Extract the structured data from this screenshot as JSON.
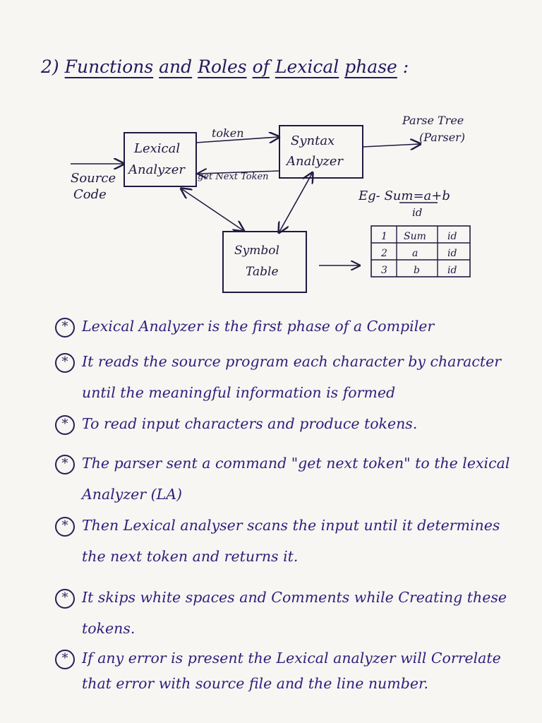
{
  "header": {
    "number": "2)",
    "title_words": [
      "Functions",
      "and",
      "Roles",
      "of",
      "Lexical",
      "phase"
    ],
    "title_suffix": ":"
  },
  "diagram": {
    "lexical_box": [
      "Lexical",
      "Analyzer"
    ],
    "syntax_box": [
      "Syntax",
      "Analyzer"
    ],
    "symbol_box": [
      "Symbol",
      "Table"
    ],
    "source_code": [
      "Source",
      "Code"
    ],
    "token_label": "token",
    "get_next_label": "get Next Token",
    "parse_tree": [
      "Parse Tree",
      "(Parser)"
    ],
    "example_label": "Eg- Sum=a+b",
    "example_id": "id",
    "example_table": [
      [
        "1",
        "Sum",
        "id"
      ],
      [
        "2",
        "a",
        "id"
      ],
      [
        "3",
        "b",
        "id"
      ]
    ]
  },
  "bullets": [
    {
      "mark": "*",
      "text": "Lexical Analyzer is the first phase of a Compiler"
    },
    {
      "mark": "*",
      "text": "It reads the source program each character by character until the meaningful information is formed"
    },
    {
      "mark": "*",
      "text": "To read input characters and produce tokens."
    },
    {
      "mark": "*",
      "text": "The parser sent a command \"get next token\" to the lexical Analyzer (LA)"
    },
    {
      "mark": "*",
      "text": "Then Lexical analyser scans the input until it determines the next token and returns it."
    },
    {
      "mark": "*",
      "text": "It skips white spaces and Comments while Creating these tokens."
    },
    {
      "mark": "*",
      "text": "If any error is present the Lexical analyzer will Correlate that error with source file and the line number."
    }
  ]
}
